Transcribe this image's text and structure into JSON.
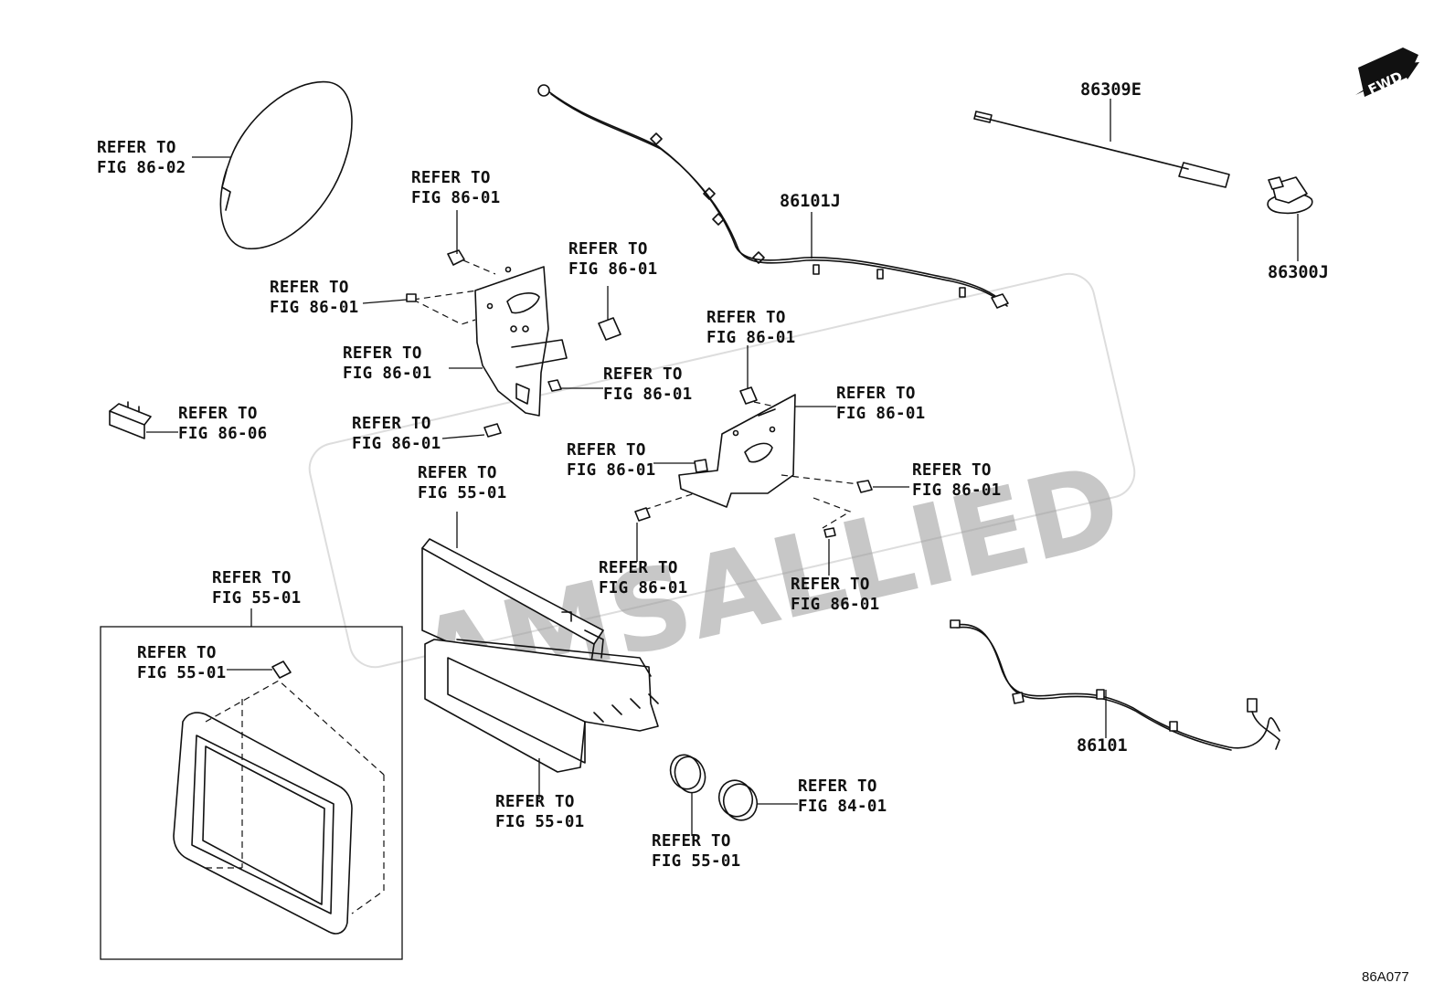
{
  "watermark": "AMSALLIED",
  "figure_code": "86A077",
  "fwd_label": "FWD",
  "refer": {
    "r1": [
      "REFER TO",
      "FIG 86-02"
    ],
    "r2": [
      "REFER TO",
      "FIG 86-01"
    ],
    "r3": [
      "REFER TO",
      "FIG 86-01"
    ],
    "r4": [
      "REFER TO",
      "FIG 86-01"
    ],
    "r5": [
      "REFER TO",
      "FIG 86-01"
    ],
    "r6": [
      "REFER TO",
      "FIG 86-01"
    ],
    "r7": [
      "REFER TO",
      "FIG 86-06"
    ],
    "r8": [
      "REFER TO",
      "FIG 86-01"
    ],
    "r9": [
      "REFER TO",
      "FIG 86-01"
    ],
    "r10": [
      "REFER TO",
      "FIG 86-01"
    ],
    "r11": [
      "REFER TO",
      "FIG 86-01"
    ],
    "r12": [
      "REFER TO",
      "FIG 86-01"
    ],
    "r13": [
      "REFER TO",
      "FIG 55-01"
    ],
    "r14": [
      "REFER TO",
      "FIG 86-01"
    ],
    "r15": [
      "REFER TO",
      "FIG 86-01"
    ],
    "r16": [
      "REFER TO",
      "FIG 55-01"
    ],
    "r17": [
      "REFER TO",
      "FIG 55-01"
    ],
    "r18": [
      "REFER TO",
      "FIG 55-01"
    ],
    "r19": [
      "REFER TO",
      "FIG 55-01"
    ],
    "r20": [
      "REFER TO",
      "FIG 84-01"
    ]
  },
  "parts": {
    "p86309E": "86309E",
    "p86101J": "86101J",
    "p86300J": "86300J",
    "p86101": "86101"
  }
}
